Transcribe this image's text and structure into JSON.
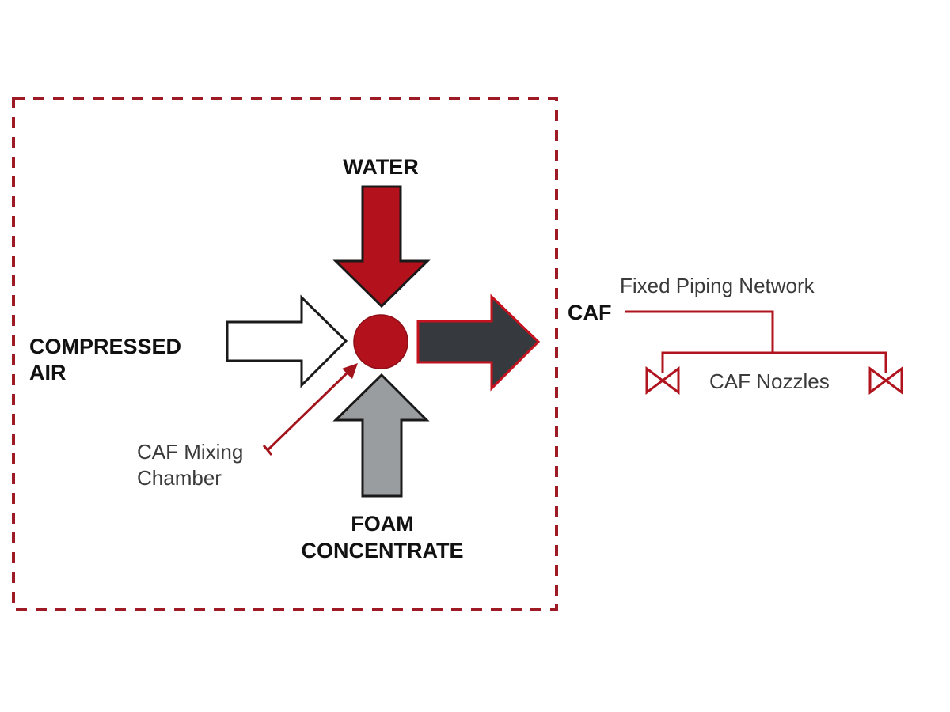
{
  "diagram": {
    "title": "Compressed Air Foam (CAF) System Diagram",
    "colors": {
      "accent_red": "#b3121c",
      "dashed_border": "#9e1a24",
      "outline_black": "#1a1a1a",
      "dark_arrow": "#363a3e",
      "gray_arrow": "#9a9da0",
      "pipe_red": "#b0141e"
    },
    "inputs": {
      "water": {
        "label": "WATER",
        "arrow_direction": "down",
        "fill": "red"
      },
      "compressed_air": {
        "label_line1": "COMPRESSED",
        "label_line2": "AIR",
        "arrow_direction": "right",
        "fill": "white"
      },
      "foam_concentrate": {
        "label_line1": "FOAM",
        "label_line2": "CONCENTRATE",
        "arrow_direction": "up",
        "fill": "gray"
      }
    },
    "mixing_chamber": {
      "label_line1": "CAF Mixing",
      "label_line2": "Chamber"
    },
    "output": {
      "arrow_direction": "right",
      "fill": "dark-gray"
    },
    "piping": {
      "source_label": "CAF",
      "network_label": "Fixed Piping Network",
      "nozzles_label": "CAF Nozzles",
      "nozzle_count": 2
    }
  }
}
